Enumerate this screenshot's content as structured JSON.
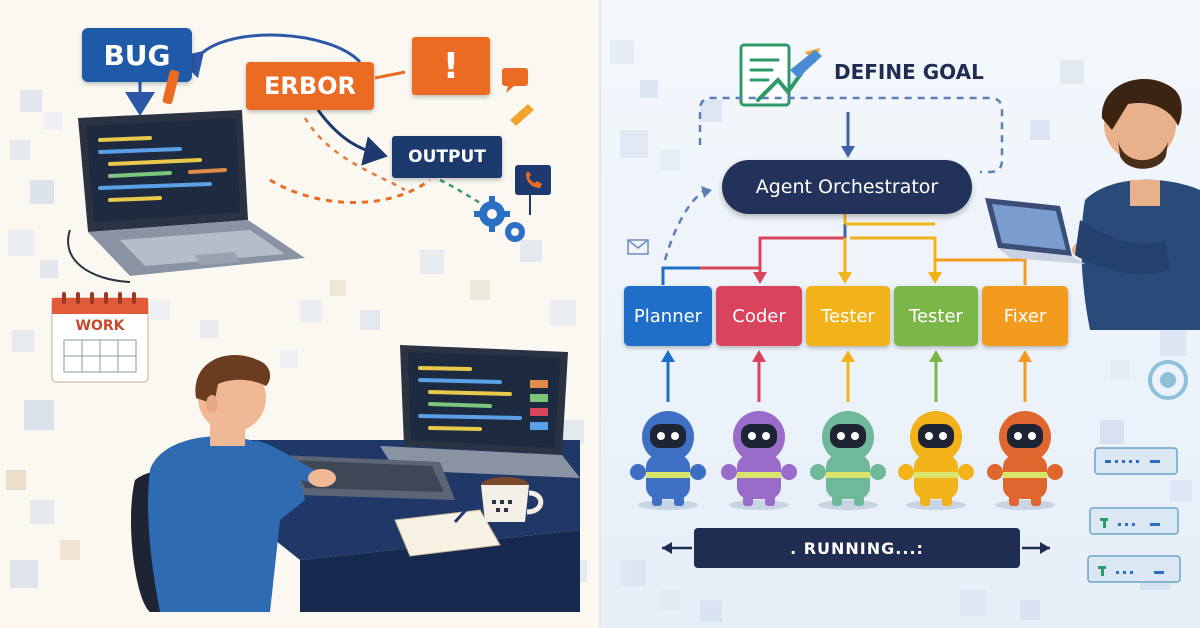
{
  "left_panel": {
    "labels": {
      "bug": "BUG",
      "error": "ERBOR",
      "output": "OUTPUT",
      "work": "WORK",
      "alert": "!"
    }
  },
  "right_panel": {
    "goal": "DEFINE GOAL",
    "orchestrator": "Agent Orchestrator",
    "agents": [
      {
        "label": "Planner",
        "color": "#1f6fc9"
      },
      {
        "label": "Coder",
        "color": "#d9435b"
      },
      {
        "label": "Tester",
        "color": "#f1b21a"
      },
      {
        "label": "Tester",
        "color": "#7ab648"
      },
      {
        "label": "Fixer",
        "color": "#f39b1f"
      }
    ],
    "status": ". RUNNING...:"
  },
  "colors": {
    "bug_blue": "#1f5aa8",
    "error_orange": "#ec6b23",
    "output_navy": "#1d3a6e",
    "orchestrator_navy": "#22325a",
    "running_navy": "#1f2d52"
  }
}
